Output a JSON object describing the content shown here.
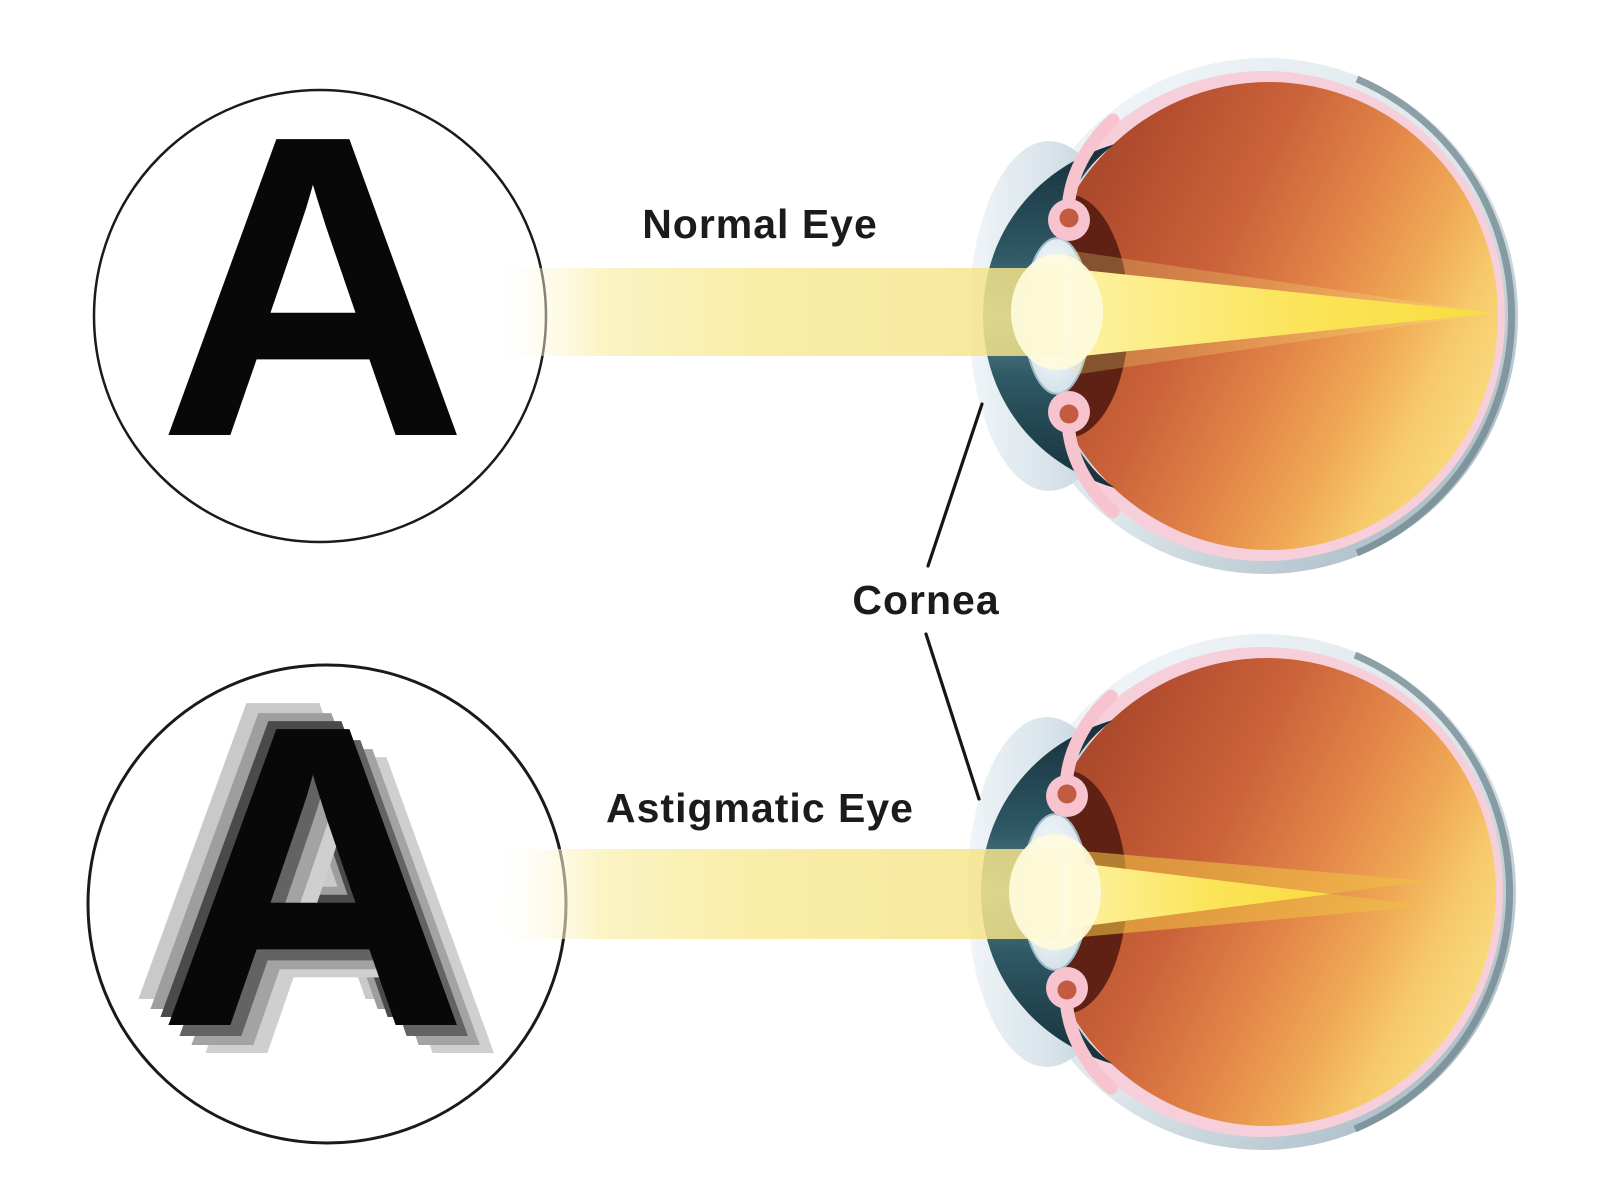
{
  "figure": {
    "title": "Normal Eye vs Astigmatic Eye focus diagram",
    "top_label": "Normal Eye",
    "bottom_label": "Astigmatic Eye",
    "cornea_label": "Cornea",
    "sharp_letter": "A",
    "blurred_letter": "A"
  },
  "colors": {
    "background": "#FFFFFF",
    "text": "#1B1B1B",
    "letter_black": "#080808",
    "blur_ghost_light": "#C9C9C9",
    "blur_ghost_mid": "#9E9E9E",
    "blur_ghost_dark": "#4A4A4A",
    "beam_pale_yellow": "#F8EB9D",
    "beam_bright_yellow": "#FBE14E",
    "beam_crossing_orange": "#EFBE45",
    "sclera_light": "#F4F8FA",
    "sclera_dark_rim": "#6F858E",
    "inner_ring_pink": "#F6CFDA",
    "fundus_red": "#9C4127",
    "fundus_orange": "#E28548",
    "fundus_yellow": "#F9D87A",
    "iris_teal_dark": "#15303B",
    "iris_teal_light": "#5C8793",
    "ciliary_pink": "#F6C3CF",
    "ciliary_salmon": "#C25B40",
    "choroid_maroon": "#5E2113",
    "lens_white": "#F5F9FB",
    "lens_edge": "#A9C3CF"
  }
}
